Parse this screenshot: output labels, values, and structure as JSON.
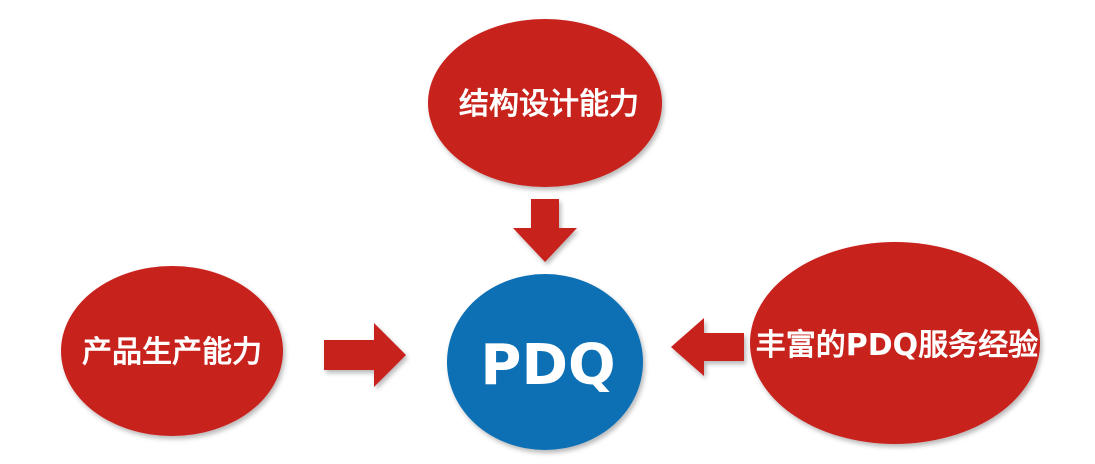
{
  "diagram": {
    "center": {
      "label": "PDQ",
      "color": "#0B70B5"
    },
    "top": {
      "label": "结构设计能力",
      "color": "#C8201E"
    },
    "left": {
      "label": "产品生产能力",
      "color": "#C8201E"
    },
    "right": {
      "label": "丰富的PDQ服务经验",
      "color": "#C8201E"
    },
    "arrow_color": "#C8201E",
    "arrows": [
      {
        "from": "top",
        "to": "center",
        "direction": "down"
      },
      {
        "from": "left",
        "to": "center",
        "direction": "right"
      },
      {
        "from": "right",
        "to": "center",
        "direction": "left"
      }
    ]
  }
}
